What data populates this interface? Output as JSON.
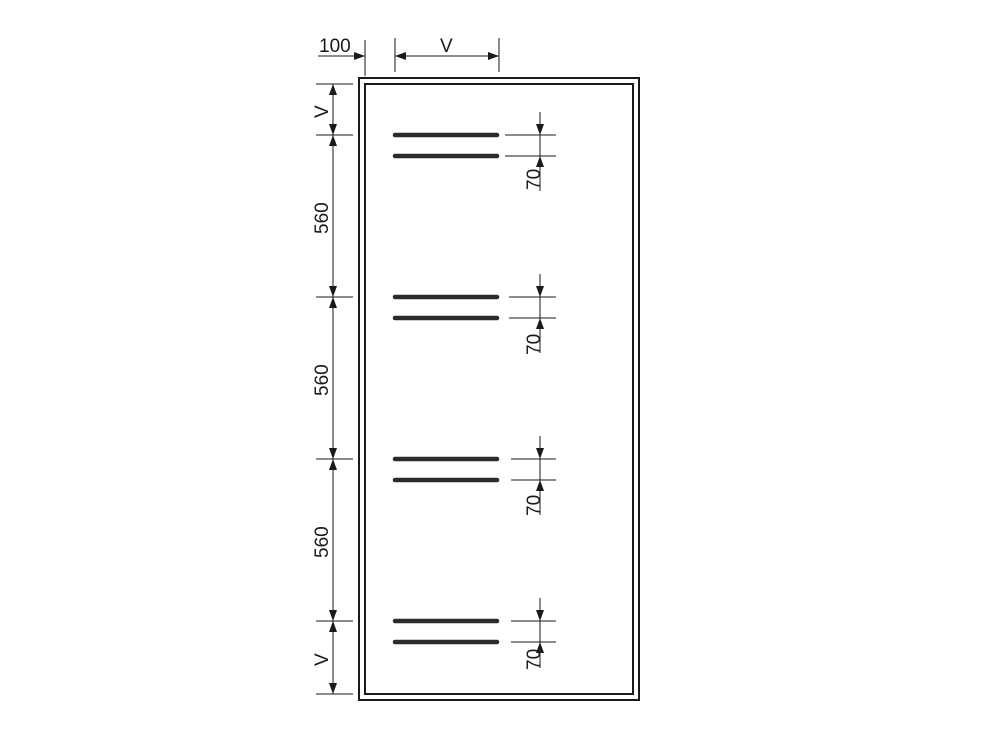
{
  "labels": {
    "edge_offset": "100",
    "rail_setback": "V",
    "top_margin": "V",
    "spacing_1": "560",
    "spacing_2": "560",
    "spacing_3": "560",
    "bottom_margin": "V",
    "rail_gap": [
      "70",
      "70",
      "70",
      "70"
    ]
  }
}
